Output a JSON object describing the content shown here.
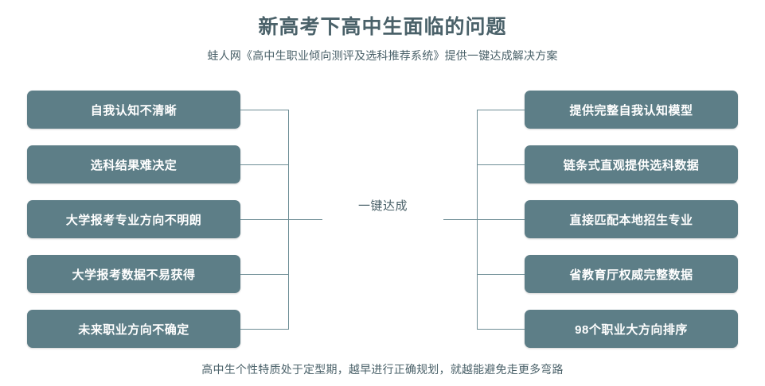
{
  "header": {
    "title": "新高考下高中生面临的问题",
    "subtitle": "蛙人网《高中生职业倾向测评及选科推荐系统》提供一键达成解决方案"
  },
  "center": {
    "label": "一键达成"
  },
  "footer": {
    "text": "高中生个性特质处于定型期，越早进行正确规划，就越能避免走更多弯路"
  },
  "colors": {
    "node_fill": "#5d7e87",
    "node_text": "#ffffff",
    "connector": "#6d8d95",
    "heading_text": "#4a6169",
    "background": "#ffffff"
  },
  "left_column": {
    "items": [
      {
        "label": "自我认知不清晰"
      },
      {
        "label": "选科结果难决定"
      },
      {
        "label": "大学报考专业方向不明朗"
      },
      {
        "label": "大学报考数据不易获得"
      },
      {
        "label": "未来职业方向不确定"
      }
    ]
  },
  "right_column": {
    "items": [
      {
        "label": "提供完整自我认知模型"
      },
      {
        "label": "链条式直观提供选科数据"
      },
      {
        "label": "直接匹配本地招生专业"
      },
      {
        "label": "省教育厅权威完整数据"
      },
      {
        "label": "98个职业大方向排序"
      }
    ]
  }
}
